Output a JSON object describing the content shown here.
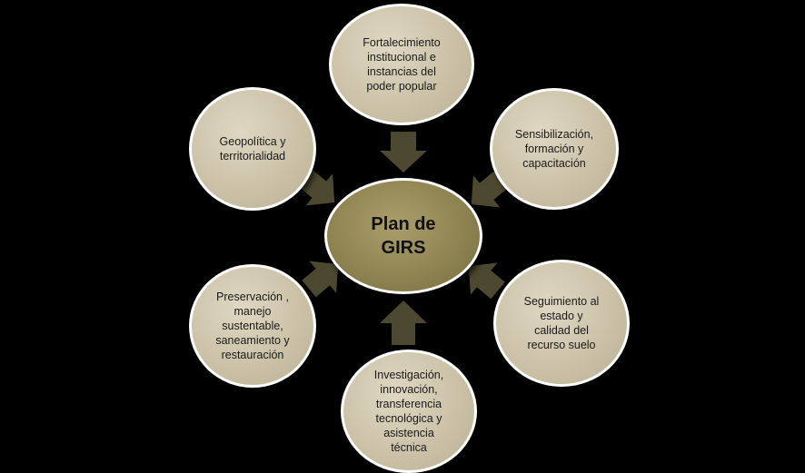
{
  "center": {
    "label": "Plan de\nGIRS"
  },
  "nodes": {
    "top": "Fortalecimiento\ninstitucional e\ninstancias del\npoder popular",
    "top_right": "Sensibilización,\nformación y\ncapacitación",
    "bottom_right": "Seguimiento al\nestado y\ncalidad del\nrecurso suelo",
    "bottom": "Investigación,\ninnovación,\ntransferencia\ntecnológica y\nasistencia\ntécnica",
    "bottom_left": "Preservación ,\nmanejo\nsustentable,\nsaneamiento y\nrestauración",
    "top_left": "Geopolítica y\nterritorialidad"
  },
  "colors": {
    "background": "#000000",
    "node_fill": "#cbc2a8",
    "center_fill": "#8f8452",
    "arrow_fill": "#4d4830",
    "border": "#ffffff"
  }
}
